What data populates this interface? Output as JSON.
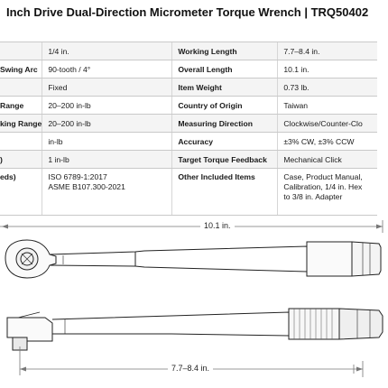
{
  "title": "Inch Drive Dual-Direction Micrometer Torque Wrench | TRQ50402",
  "specs": {
    "rows": [
      {
        "label1": "",
        "value1": "1/4 in.",
        "label2": "Working Length",
        "value2": "7.7–8.4 in."
      },
      {
        "label1": "Swing Arc",
        "value1": "90-tooth / 4°",
        "label2": "Overall Length",
        "value2": "10.1 in."
      },
      {
        "label1": "",
        "value1": "Fixed",
        "label2": "Item Weight",
        "value2": "0.73 lb."
      },
      {
        "label1": "Range",
        "value1": "20–200 in-lb",
        "label2": "Country of Origin",
        "value2": "Taiwan"
      },
      {
        "label1": "king Range",
        "value1": "20–200 in-lb",
        "label2": "Measuring Direction",
        "value2": "Clockwise/Counter-Clo"
      },
      {
        "label1": "",
        "value1": "in-lb",
        "label2": "Accuracy",
        "value2": "±3% CW,  ±3% CCW"
      },
      {
        "label1": ")",
        "value1": "1 in-lb",
        "label2": "Target Torque Feedback",
        "value2": "Mechanical Click"
      },
      {
        "label1": "eds)",
        "value1": "ISO 6789-1:2017\nASME B107.300-2021",
        "label2": "Other Included Items",
        "value2": "Case, Product Manual,\nCalibration, 1/4 in. Hex\nto 3/8 in. Adapter"
      }
    ]
  },
  "dimensions": {
    "overall": "10.1 in.",
    "working": "7.7–8.4 in."
  }
}
